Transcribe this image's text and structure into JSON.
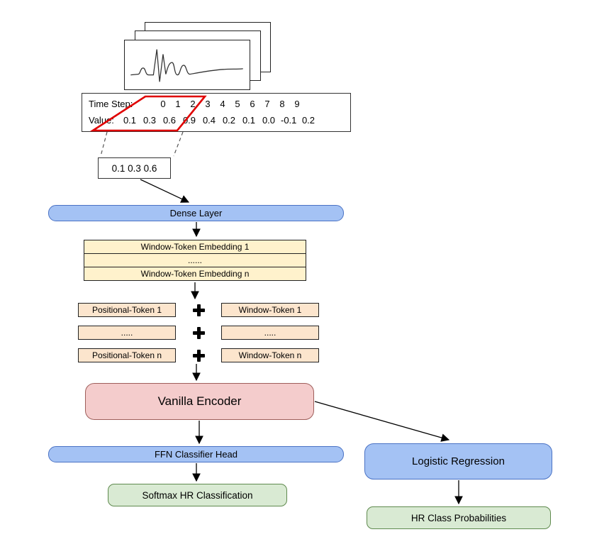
{
  "table": {
    "time_step_label": "Time Step:",
    "time_steps": [
      "0",
      "1",
      "2",
      "3",
      "4",
      "5",
      "6",
      "7",
      "8",
      "9"
    ],
    "value_label": "Value:",
    "values": [
      "0.1",
      "0.3",
      "0.6",
      "0.9",
      "0.4",
      "0.2",
      "0.1",
      "0.0",
      "-0.1",
      "0.2"
    ]
  },
  "window_box": {
    "label": "0.1 0.3 0.6"
  },
  "dense_layer": {
    "label": "Dense Layer"
  },
  "embedding_stack": {
    "rows": [
      "Window-Token Embedding 1",
      "......",
      "Window-Token Embedding n"
    ]
  },
  "token_rows": [
    {
      "left": "Positional-Token 1",
      "op": "+",
      "right": "Window-Token 1"
    },
    {
      "left": ".....",
      "op": "+",
      "right": "....."
    },
    {
      "left": "Positional-Token n",
      "op": "+",
      "right": "Window-Token n"
    }
  ],
  "vanilla_encoder": {
    "label": "Vanilla Encoder"
  },
  "ffn_head": {
    "label": "FFN Classifier Head"
  },
  "softmax": {
    "label": "Softmax HR Classification"
  },
  "logistic_regression": {
    "label": "Logistic Regression"
  },
  "hr_probs": {
    "label": "HR Class Probabilities"
  },
  "colors": {
    "blue_fill": "#a4c2f4",
    "yellow_fill": "#fff2cc",
    "peach_fill": "#fce5cd",
    "pink_fill": "#f4cccc",
    "green_fill": "#d9ead3",
    "highlight_red": "#e00000"
  }
}
